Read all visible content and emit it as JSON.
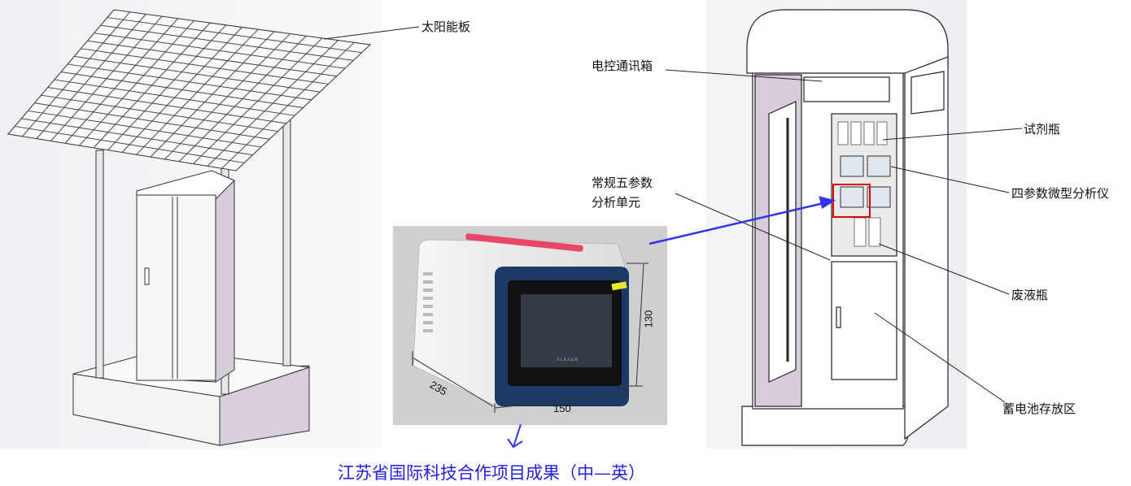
{
  "labels": {
    "solar_panel": "太阳能板",
    "control_box": "电控通讯箱",
    "reagent_bottle": "试剂瓶",
    "four_param_analyzer": "四参数微型分析仪",
    "five_param_line1": "常规五参数",
    "five_param_line2": "分析单元",
    "waste_bottle": "废液瓶",
    "battery_area": "蓄电池存放区"
  },
  "dimensions": {
    "height": "130",
    "depth": "235",
    "width": "150"
  },
  "device_brand": "FLEXEM",
  "title": "江苏省国际科技合作项目成果（中—英）",
  "colors": {
    "arrow": "#3333ee",
    "title": "#2222dd",
    "highlight": "#dd0000",
    "device_front": "#1d3a66"
  }
}
